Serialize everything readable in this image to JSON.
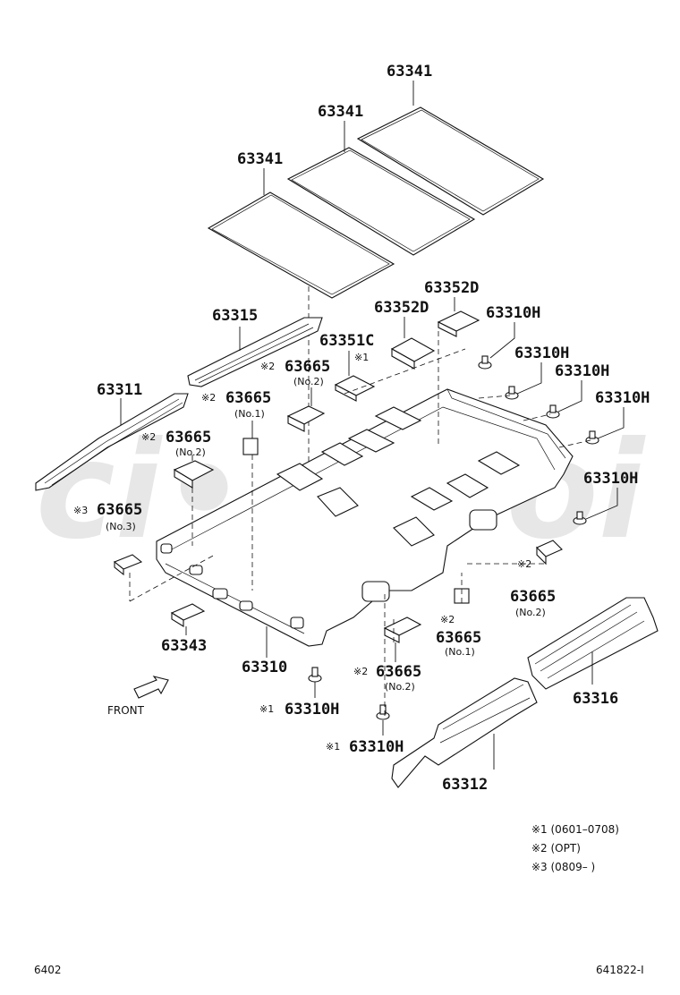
{
  "watermark": "ci• s• oi",
  "labels": {
    "sheet_a": "63341",
    "sheet_b": "63341",
    "sheet_c": "63341",
    "p63352d_a": "63352D",
    "p63352d_b": "63352D",
    "p63310h_top1": "63310H",
    "p63351c": "63351C",
    "mark1_a": "※1",
    "p63315": "63315",
    "p63310h_r1": "63310H",
    "p63310h_r2": "63310H",
    "p63310h_r3": "63310H",
    "p63310h_r4": "63310H",
    "mark2_a": "※2",
    "p63665_a": "63665",
    "no2_a": "(No.2)",
    "p63311": "63311",
    "mark2_b": "※2",
    "p63665_b": "63665",
    "no1_b": "(No.1)",
    "mark2_c": "※2",
    "p63665_c": "63665",
    "no2_c": "(No.2)",
    "mark3_d": "※3",
    "p63665_d": "63665",
    "no3_d": "(No.3)",
    "mark2_e": "※2",
    "p63665_e": "63665",
    "no2_e": "(No.2)",
    "mark2_f": "※2",
    "p63665_f": "63665",
    "no1_f": "(No.1)",
    "mark2_g": "※2",
    "p63665_g": "63665",
    "no2_g": "(No.2)",
    "p63343": "63343",
    "p63310": "63310",
    "mark1_b": "※1",
    "p63310h_b1": "63310H",
    "mark1_c": "※1",
    "p63310h_b2": "63310H",
    "p63312": "63312",
    "p63316": "63316",
    "front": "FRONT"
  },
  "notes": [
    "※1 (0601–0708)",
    "※2 (OPT)",
    "※3 (0809–      )"
  ],
  "footer": {
    "left": "6402",
    "right": "641822-I"
  }
}
